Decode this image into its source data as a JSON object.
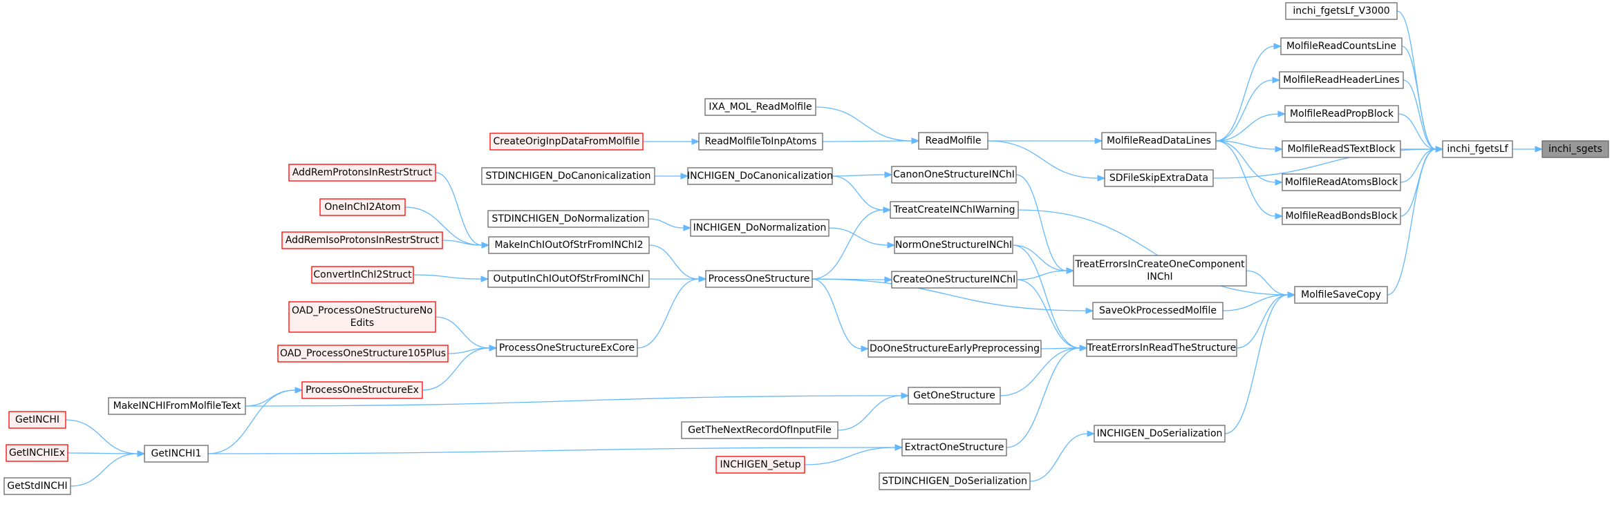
{
  "colors": {
    "edge": "#63b8ff",
    "node_border": "#666666",
    "node_fill": "#ffffff",
    "truncated_border": "#ff0000",
    "truncated_fill": "#fff0f0",
    "focus_fill": "#999999",
    "focus_border": "#666666",
    "text": "#000000"
  },
  "graph": {
    "nodes": [
      {
        "id": "inchi_sgets",
        "lines": [
          "inchi_sgets"
        ],
        "style": "focus"
      },
      {
        "id": "inchi_fgetsLf",
        "lines": [
          "inchi_fgetsLf"
        ],
        "style": "normal"
      },
      {
        "id": "inchi_fgetsLf_V3000",
        "lines": [
          "inchi_fgetsLf_V3000"
        ],
        "style": "normal"
      },
      {
        "id": "MolfileReadCountsLine",
        "lines": [
          "MolfileReadCountsLine"
        ],
        "style": "normal"
      },
      {
        "id": "MolfileReadHeaderLines",
        "lines": [
          "MolfileReadHeaderLines"
        ],
        "style": "normal"
      },
      {
        "id": "MolfileReadPropBlock",
        "lines": [
          "MolfileReadPropBlock"
        ],
        "style": "normal"
      },
      {
        "id": "MolfileReadSTextBlock",
        "lines": [
          "MolfileReadSTextBlock"
        ],
        "style": "normal"
      },
      {
        "id": "MolfileReadAtomsBlock",
        "lines": [
          "MolfileReadAtomsBlock"
        ],
        "style": "normal"
      },
      {
        "id": "MolfileReadBondsBlock",
        "lines": [
          "MolfileReadBondsBlock"
        ],
        "style": "normal"
      },
      {
        "id": "MolfileSaveCopy",
        "lines": [
          "MolfileSaveCopy"
        ],
        "style": "normal"
      },
      {
        "id": "MolfileReadDataLines",
        "lines": [
          "MolfileReadDataLines"
        ],
        "style": "normal"
      },
      {
        "id": "SDFileSkipExtraData",
        "lines": [
          "SDFileSkipExtraData"
        ],
        "style": "normal"
      },
      {
        "id": "TreatErrorsInCreateOneComponentINChI",
        "lines": [
          "TreatErrorsInCreateOneComponent",
          "INChI"
        ],
        "style": "normal"
      },
      {
        "id": "SaveOkProcessedMolfile",
        "lines": [
          "SaveOkProcessedMolfile"
        ],
        "style": "normal"
      },
      {
        "id": "TreatErrorsInReadTheStructure",
        "lines": [
          "TreatErrorsInReadTheStructure"
        ],
        "style": "normal"
      },
      {
        "id": "INCHIGEN_DoSerialization",
        "lines": [
          "INCHIGEN_DoSerialization"
        ],
        "style": "normal"
      },
      {
        "id": "ReadMolfile",
        "lines": [
          "ReadMolfile"
        ],
        "style": "normal"
      },
      {
        "id": "CanonOneStructureINChI",
        "lines": [
          "CanonOneStructureINChI"
        ],
        "style": "normal"
      },
      {
        "id": "TreatCreateINChIWarning",
        "lines": [
          "TreatCreateINChIWarning"
        ],
        "style": "normal"
      },
      {
        "id": "NormOneStructureINChI",
        "lines": [
          "NormOneStructureINChI"
        ],
        "style": "normal"
      },
      {
        "id": "CreateOneStructureINChI",
        "lines": [
          "CreateOneStructureINChI"
        ],
        "style": "normal"
      },
      {
        "id": "DoOneStructureEarlyPreprocessing",
        "lines": [
          "DoOneStructureEarlyPreprocessing"
        ],
        "style": "normal"
      },
      {
        "id": "GetOneStructure",
        "lines": [
          "GetOneStructure"
        ],
        "style": "normal"
      },
      {
        "id": "ExtractOneStructure",
        "lines": [
          "ExtractOneStructure"
        ],
        "style": "normal"
      },
      {
        "id": "STDINCHIGEN_DoSerialization",
        "lines": [
          "STDINCHIGEN_DoSerialization"
        ],
        "style": "normal"
      },
      {
        "id": "IXA_MOL_ReadMolfile",
        "lines": [
          "IXA_MOL_ReadMolfile"
        ],
        "style": "normal"
      },
      {
        "id": "ReadMolfileToInpAtoms",
        "lines": [
          "ReadMolfileToInpAtoms"
        ],
        "style": "normal"
      },
      {
        "id": "INCHIGEN_DoCanonicalization",
        "lines": [
          "INCHIGEN_DoCanonicalization"
        ],
        "style": "normal"
      },
      {
        "id": "INCHIGEN_DoNormalization",
        "lines": [
          "INCHIGEN_DoNormalization"
        ],
        "style": "normal"
      },
      {
        "id": "ProcessOneStructure",
        "lines": [
          "ProcessOneStructure"
        ],
        "style": "normal"
      },
      {
        "id": "ProcessOneStructureExCore",
        "lines": [
          "ProcessOneStructureExCore"
        ],
        "style": "normal"
      },
      {
        "id": "MakeINCHIFromMolfileText",
        "lines": [
          "MakeINCHIFromMolfileText"
        ],
        "style": "normal"
      },
      {
        "id": "GetTheNextRecordOfInputFile",
        "lines": [
          "GetTheNextRecordOfInputFile"
        ],
        "style": "normal"
      },
      {
        "id": "INCHIGEN_Setup",
        "lines": [
          "INCHIGEN_Setup"
        ],
        "style": "truncated"
      },
      {
        "id": "GetINCHI1",
        "lines": [
          "GetINCHI1"
        ],
        "style": "normal"
      },
      {
        "id": "CreateOrigInpDataFromMolfile",
        "lines": [
          "CreateOrigInpDataFromMolfile"
        ],
        "style": "truncated"
      },
      {
        "id": "STDINCHIGEN_DoCanonicalization",
        "lines": [
          "STDINCHIGEN_DoCanonicalization"
        ],
        "style": "normal"
      },
      {
        "id": "STDINCHIGEN_DoNormalization",
        "lines": [
          "STDINCHIGEN_DoNormalization"
        ],
        "style": "normal"
      },
      {
        "id": "MakeInChIOutOfStrFromINChI2",
        "lines": [
          "MakeInChIOutOfStrFromINChI2"
        ],
        "style": "normal"
      },
      {
        "id": "OutputInChIOutOfStrFromINChI",
        "lines": [
          "OutputInChIOutOfStrFromINChI"
        ],
        "style": "normal"
      },
      {
        "id": "ProcessOneStructureEx",
        "lines": [
          "ProcessOneStructureEx"
        ],
        "style": "truncated"
      },
      {
        "id": "AddRemProtonsInRestrStruct",
        "lines": [
          "AddRemProtonsInRestrStruct"
        ],
        "style": "truncated"
      },
      {
        "id": "OneInChI2Atom",
        "lines": [
          "OneInChI2Atom"
        ],
        "style": "truncated"
      },
      {
        "id": "AddRemIsoProtonsInRestrStruct",
        "lines": [
          "AddRemIsoProtonsInRestrStruct"
        ],
        "style": "truncated"
      },
      {
        "id": "ConvertInChI2Struct",
        "lines": [
          "ConvertInChI2Struct"
        ],
        "style": "truncated"
      },
      {
        "id": "OAD_ProcessOneStructureNoEdits",
        "lines": [
          "OAD_ProcessOneStructureNo",
          "Edits"
        ],
        "style": "truncated"
      },
      {
        "id": "OAD_ProcessOneStructure105Plus",
        "lines": [
          "OAD_ProcessOneStructure105Plus"
        ],
        "style": "truncated"
      },
      {
        "id": "GetINCHI",
        "lines": [
          "GetINCHI"
        ],
        "style": "truncated"
      },
      {
        "id": "GetINCHIEx",
        "lines": [
          "GetINCHIEx"
        ],
        "style": "truncated"
      },
      {
        "id": "GetStdINCHI",
        "lines": [
          "GetStdINCHI"
        ],
        "style": "normal"
      }
    ],
    "edges": [
      [
        "inchi_fgetsLf",
        "inchi_sgets"
      ],
      [
        "inchi_fgetsLf_V3000",
        "inchi_fgetsLf"
      ],
      [
        "MolfileReadCountsLine",
        "inchi_fgetsLf"
      ],
      [
        "MolfileReadHeaderLines",
        "inchi_fgetsLf"
      ],
      [
        "MolfileReadPropBlock",
        "inchi_fgetsLf"
      ],
      [
        "MolfileReadSTextBlock",
        "inchi_fgetsLf"
      ],
      [
        "MolfileReadAtomsBlock",
        "inchi_fgetsLf"
      ],
      [
        "MolfileReadBondsBlock",
        "inchi_fgetsLf"
      ],
      [
        "MolfileSaveCopy",
        "inchi_fgetsLf"
      ],
      [
        "SDFileSkipExtraData",
        "inchi_fgetsLf"
      ],
      [
        "MolfileReadDataLines",
        "MolfileReadCountsLine"
      ],
      [
        "MolfileReadDataLines",
        "MolfileReadHeaderLines"
      ],
      [
        "MolfileReadDataLines",
        "MolfileReadPropBlock"
      ],
      [
        "MolfileReadDataLines",
        "MolfileReadSTextBlock"
      ],
      [
        "MolfileReadDataLines",
        "MolfileReadAtomsBlock"
      ],
      [
        "MolfileReadDataLines",
        "MolfileReadBondsBlock"
      ],
      [
        "ReadMolfile",
        "MolfileReadDataLines"
      ],
      [
        "ReadMolfile",
        "SDFileSkipExtraData"
      ],
      [
        "TreatErrorsInCreateOneComponentINChI",
        "MolfileSaveCopy"
      ],
      [
        "SaveOkProcessedMolfile",
        "MolfileSaveCopy"
      ],
      [
        "TreatErrorsInReadTheStructure",
        "MolfileSaveCopy"
      ],
      [
        "INCHIGEN_DoSerialization",
        "MolfileSaveCopy"
      ],
      [
        "TreatCreateINChIWarning",
        "MolfileSaveCopy"
      ],
      [
        "IXA_MOL_ReadMolfile",
        "ReadMolfile"
      ],
      [
        "ReadMolfileToInpAtoms",
        "ReadMolfile"
      ],
      [
        "CreateOrigInpDataFromMolfile",
        "ReadMolfileToInpAtoms"
      ],
      [
        "CanonOneStructureINChI",
        "TreatErrorsInCreateOneComponentINChI"
      ],
      [
        "NormOneStructureINChI",
        "TreatErrorsInCreateOneComponentINChI"
      ],
      [
        "CreateOneStructureINChI",
        "TreatErrorsInCreateOneComponentINChI"
      ],
      [
        "NormOneStructureINChI",
        "TreatErrorsInReadTheStructure"
      ],
      [
        "CreateOneStructureINChI",
        "TreatErrorsInReadTheStructure"
      ],
      [
        "DoOneStructureEarlyPreprocessing",
        "TreatErrorsInReadTheStructure"
      ],
      [
        "GetOneStructure",
        "TreatErrorsInReadTheStructure"
      ],
      [
        "ExtractOneStructure",
        "TreatErrorsInReadTheStructure"
      ],
      [
        "STDINCHIGEN_DoSerialization",
        "INCHIGEN_DoSerialization"
      ],
      [
        "INCHIGEN_DoCanonicalization",
        "CanonOneStructureINChI"
      ],
      [
        "INCHIGEN_DoNormalization",
        "NormOneStructureINChI"
      ],
      [
        "ProcessOneStructure",
        "CreateOneStructureINChI"
      ],
      [
        "ProcessOneStructure",
        "SaveOkProcessedMolfile"
      ],
      [
        "ProcessOneStructure",
        "DoOneStructureEarlyPreprocessing"
      ],
      [
        "ProcessOneStructure",
        "TreatCreateINChIWarning"
      ],
      [
        "INCHIGEN_DoCanonicalization",
        "TreatCreateINChIWarning"
      ],
      [
        "STDINCHIGEN_DoCanonicalization",
        "INCHIGEN_DoCanonicalization"
      ],
      [
        "STDINCHIGEN_DoNormalization",
        "INCHIGEN_DoNormalization"
      ],
      [
        "MakeInChIOutOfStrFromINChI2",
        "ProcessOneStructure"
      ],
      [
        "OutputInChIOutOfStrFromINChI",
        "ProcessOneStructure"
      ],
      [
        "ProcessOneStructureExCore",
        "ProcessOneStructure"
      ],
      [
        "AddRemProtonsInRestrStruct",
        "MakeInChIOutOfStrFromINChI2"
      ],
      [
        "OneInChI2Atom",
        "MakeInChIOutOfStrFromINChI2"
      ],
      [
        "AddRemIsoProtonsInRestrStruct",
        "MakeInChIOutOfStrFromINChI2"
      ],
      [
        "ConvertInChI2Struct",
        "OutputInChIOutOfStrFromINChI"
      ],
      [
        "OAD_ProcessOneStructureNoEdits",
        "ProcessOneStructureExCore"
      ],
      [
        "OAD_ProcessOneStructure105Plus",
        "ProcessOneStructureExCore"
      ],
      [
        "ProcessOneStructureEx",
        "ProcessOneStructureExCore"
      ],
      [
        "MakeINCHIFromMolfileText",
        "ProcessOneStructureEx"
      ],
      [
        "GetINCHI1",
        "ProcessOneStructureEx"
      ],
      [
        "MakeINCHIFromMolfileText",
        "GetOneStructure"
      ],
      [
        "GetTheNextRecordOfInputFile",
        "GetOneStructure"
      ],
      [
        "INCHIGEN_Setup",
        "ExtractOneStructure"
      ],
      [
        "GetINCHI1",
        "ExtractOneStructure"
      ],
      [
        "GetINCHI",
        "GetINCHI1"
      ],
      [
        "GetINCHIEx",
        "GetINCHI1"
      ],
      [
        "GetStdINCHI",
        "GetINCHI1"
      ]
    ]
  }
}
